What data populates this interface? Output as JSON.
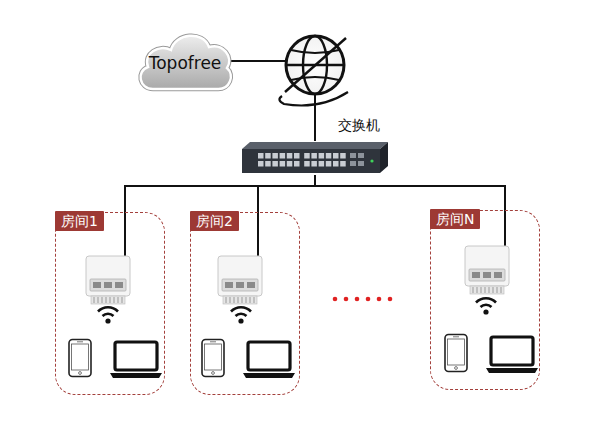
{
  "diagram": {
    "nodes": [
      {
        "text": [
          "Topofree"
        ]
      },
      {
        "text": [
          "交换机"
        ]
      },
      {
        "text": [
          "房间1"
        ]
      },
      {
        "text": [
          "房间2"
        ]
      },
      {
        "text": [
          "房间N"
        ]
      }
    ],
    "edges": [
      {
        "from": 0,
        "to": 1,
        "arrow": "none"
      },
      {
        "from": 1,
        "to": 2,
        "arrow": "none"
      },
      {
        "from": 1,
        "to": 3,
        "arrow": "none"
      },
      {
        "from": 1,
        "to": 4,
        "arrow": "none"
      }
    ]
  }
}
